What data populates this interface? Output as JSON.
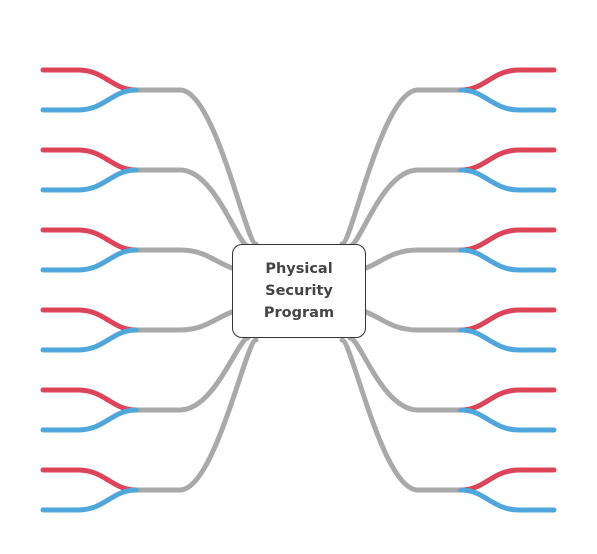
{
  "center_node": {
    "label": "Physical\nSecurity\nProgram"
  },
  "colors": {
    "connector": "#a9a9a9",
    "red_leaf": "#de4459",
    "blue_leaf": "#4ea6dc",
    "node_border": "#333333",
    "node_text": "#444444"
  },
  "branches": {
    "left_count": 6,
    "right_count": 6,
    "leaves_per_branch": [
      "red",
      "blue"
    ]
  }
}
